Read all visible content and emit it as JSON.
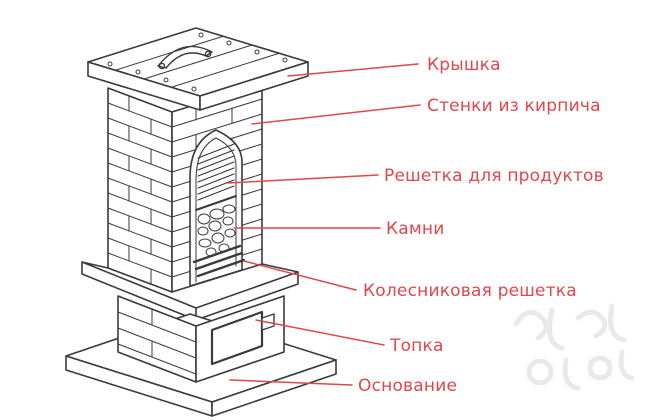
{
  "page": {
    "background": "#ffffff"
  },
  "diagram": {
    "subject": "brick-oven-cutaway-schematic",
    "accent_color": "#e0474b",
    "line_color": "#3a3a3a",
    "watermark_color": "#d8d8d8",
    "labels": [
      {
        "id": "lid",
        "text": "Крышка"
      },
      {
        "id": "brick-walls",
        "text": "Стенки из кирпича"
      },
      {
        "id": "food-grate",
        "text": "Решетка для продуктов"
      },
      {
        "id": "stones",
        "text": "Камни"
      },
      {
        "id": "grate-bars",
        "text": "Колесниковая решетка"
      },
      {
        "id": "firebox",
        "text": "Топка"
      },
      {
        "id": "base",
        "text": "Основание"
      }
    ]
  }
}
